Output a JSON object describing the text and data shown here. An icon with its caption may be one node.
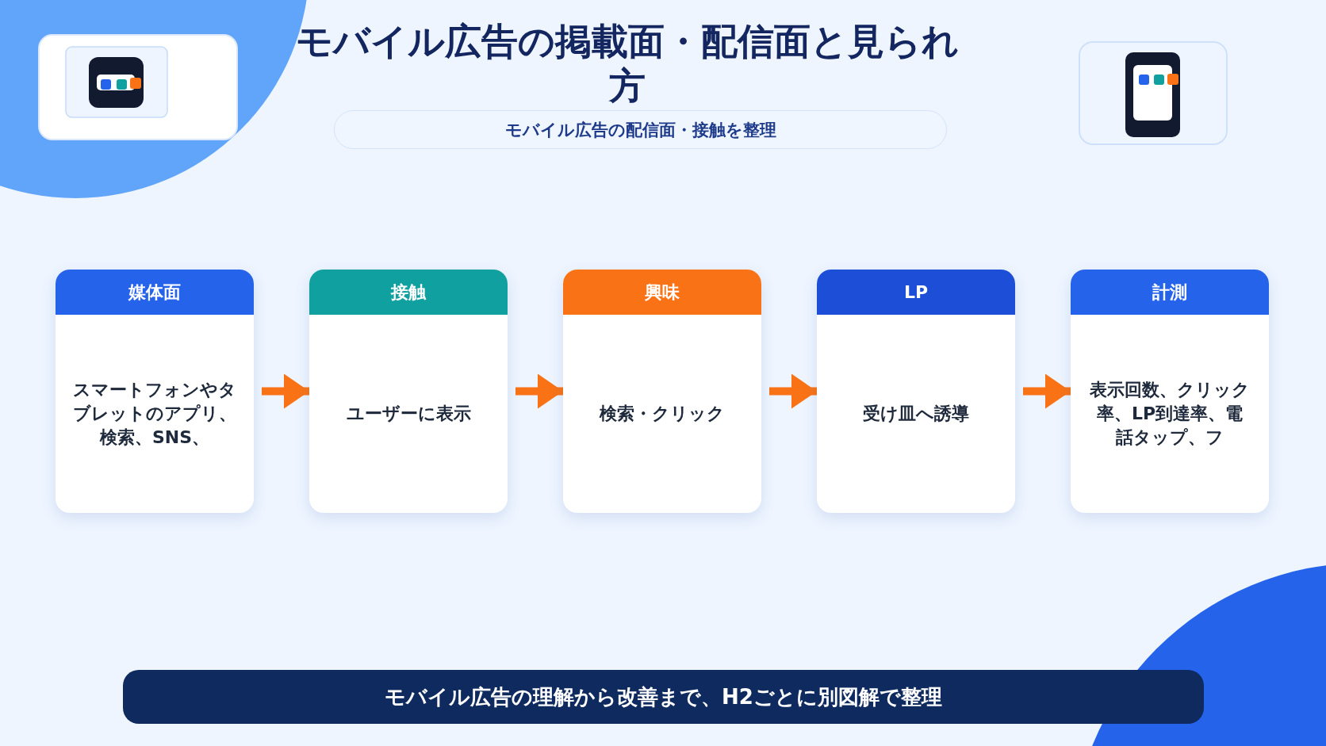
{
  "diagram": {
    "title": "モバイル広告の掲載面・配信面と見られ方",
    "nodes": [
      {
        "text": [
          "モバイル広告の配信面・接触を整理"
        ]
      },
      {
        "text": [
          "媒体面",
          "スマートフォンやタブレットのアプリ、検索、SNS、"
        ]
      },
      {
        "text": [
          "接触",
          "ユーザーに表示"
        ]
      },
      {
        "text": [
          "興味",
          "検索・クリック"
        ]
      },
      {
        "text": [
          "LP",
          "受け皿へ誘導"
        ]
      },
      {
        "text": [
          "計測",
          "表示回数、クリック率、LP到達率、電話タップ、フ"
        ]
      },
      {
        "text": [
          "モバイル広告の理解から改善まで、H2ごとに別図解で整理"
        ]
      }
    ],
    "edges": [
      {
        "from": 1,
        "to": 2,
        "arrow": "to"
      },
      {
        "from": 2,
        "to": 3,
        "arrow": "to"
      },
      {
        "from": 3,
        "to": 4,
        "arrow": "to"
      },
      {
        "from": 4,
        "to": 5,
        "arrow": "to"
      }
    ]
  }
}
